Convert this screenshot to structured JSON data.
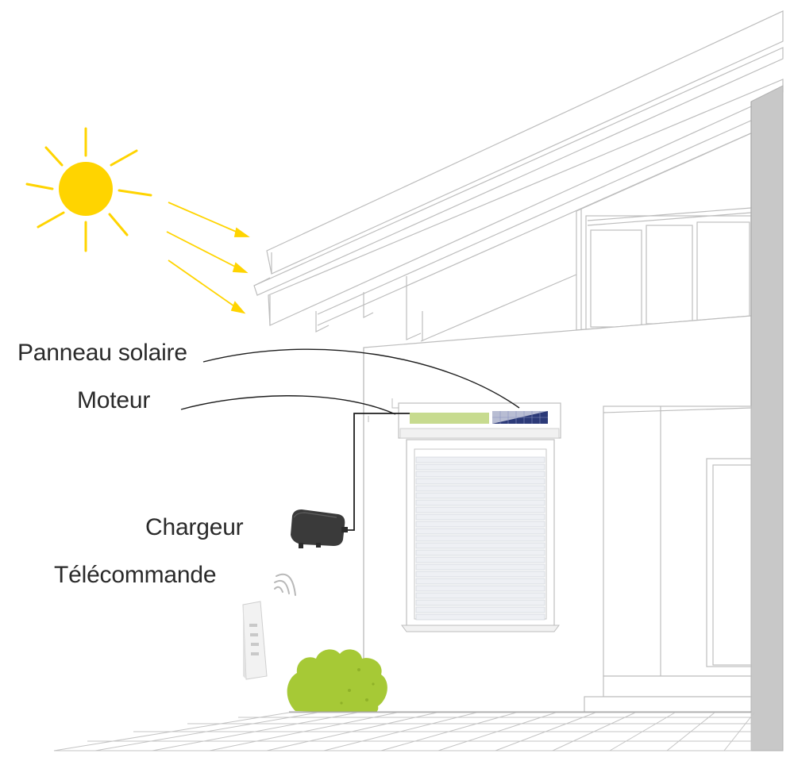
{
  "labels": {
    "solar_panel": "Panneau solaire",
    "motor": "Moteur",
    "charger": "Chargeur",
    "remote": "Télécommande"
  },
  "colors": {
    "sun": "#ffd400",
    "sun_rays": "#ffd400",
    "bush": "#a6c936",
    "motor_strip": "#c7db8f",
    "solar_panel": "#2c3a78",
    "outline": "#bfbfbf",
    "leader_line": "#222222",
    "pillar": "#c8c8c8"
  },
  "icons": [
    "sun-icon",
    "signal-waves-icon",
    "charger-icon",
    "remote-icon",
    "bush-icon"
  ]
}
